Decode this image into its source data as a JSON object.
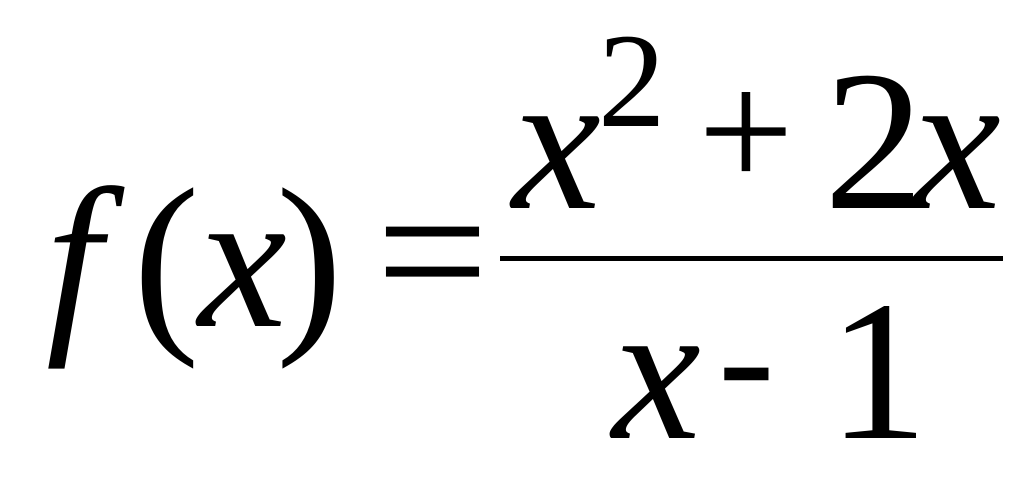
{
  "formula": {
    "function_name": "f",
    "open_paren": "(",
    "argument": "x",
    "close_paren": ")",
    "equals": "=",
    "numerator": {
      "base": "x",
      "exponent": "2",
      "operator": "+",
      "coefficient": "2",
      "variable": "x"
    },
    "denominator": {
      "variable": "x",
      "operator": "-",
      "constant": "1"
    }
  }
}
